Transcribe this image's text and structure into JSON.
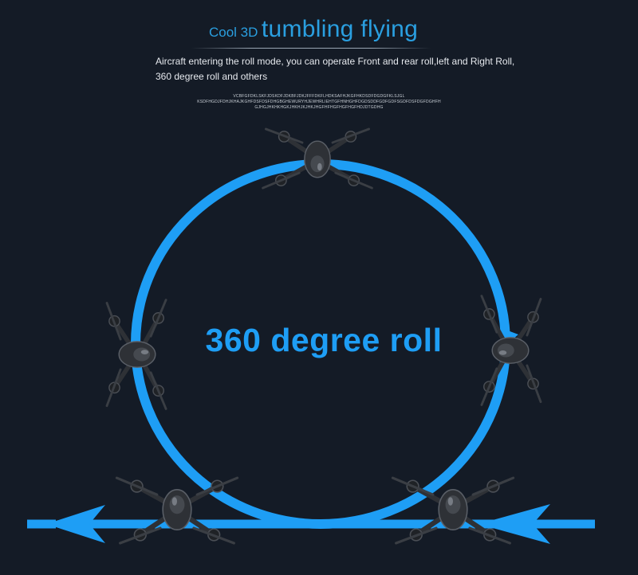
{
  "header": {
    "title_small": "Cool 3D",
    "title_big": "tumbling flying",
    "description_line1": "Aircraft entering the roll mode, you can operate Front and rear roll,left and Right Roll,",
    "description_line2": "360 degree roll and others",
    "noise_line1": "VCBFGFDKLSKFJDSKDFJDKBFJDKJFFFDKFLHDKSAFHJKGFHKDSDFDGDGFKLSJGL",
    "noise_line2": "KSDFHGDJFDHJKHAJKGHFDSFDSFDHGBGHEWURYHJEWHRLIEHTGFHNHGHFDGDSDDFGDFGDFSGDFDSFDGFDGHFH",
    "noise_line3": "GJHGJHKHKHGKJHKHJKJHKJHGFHFHGFHGFHGFHDJDTGDHG"
  },
  "main": {
    "label": "360 degree roll"
  },
  "colors": {
    "background": "#141b26",
    "accent_blue": "#1e9ef5",
    "drone_body": "#2e3136"
  }
}
